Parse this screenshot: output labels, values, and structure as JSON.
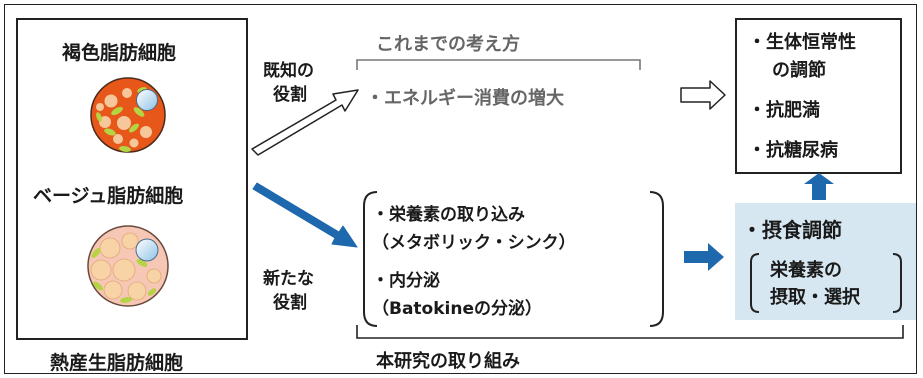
{
  "cells": {
    "brown_label": "褐色脂肪細胞",
    "beige_label": "ベージュ脂肪細胞",
    "caption": "熱産生脂肪細胞"
  },
  "known": {
    "arrow_label_line1": "既知の",
    "arrow_label_line2": "役割",
    "header": "これまでの考え方",
    "item": "・エネルギー消費の増大"
  },
  "novel": {
    "arrow_label_line1": "新たな",
    "arrow_label_line2": "役割",
    "item1": "・栄養素の取り込み",
    "item1_sub": "（メタボリック・シンク）",
    "item2": "・内分泌",
    "item2_sub": "（Batokineの分泌）",
    "footer": "本研究の取り組み"
  },
  "effects": {
    "item1_line1": "・生体恒常性",
    "item1_line2": "の調節",
    "item2": "・抗肥満",
    "item3": "・抗糖尿病"
  },
  "feeding": {
    "title": "・摂食調節",
    "sub_line1": "栄養素の",
    "sub_line2": "摂取・選択"
  },
  "colors": {
    "brown_cell": "#e8571a",
    "beige_cell": "#f7c7b6",
    "lipid_brown": "#f6c79a",
    "lipid_beige": "#f8d3a6",
    "mitochondria": "#b4d444",
    "nucleus": "#a9d4ee",
    "blue_arrow": "#1e68ad",
    "highlight_box": "#d6e7f1",
    "known_text": "#666666"
  },
  "icons": [
    "brown-adipocyte-icon",
    "beige-adipocyte-icon",
    "hollow-arrow-icon",
    "blue-arrow-icon",
    "bracket-icon"
  ]
}
